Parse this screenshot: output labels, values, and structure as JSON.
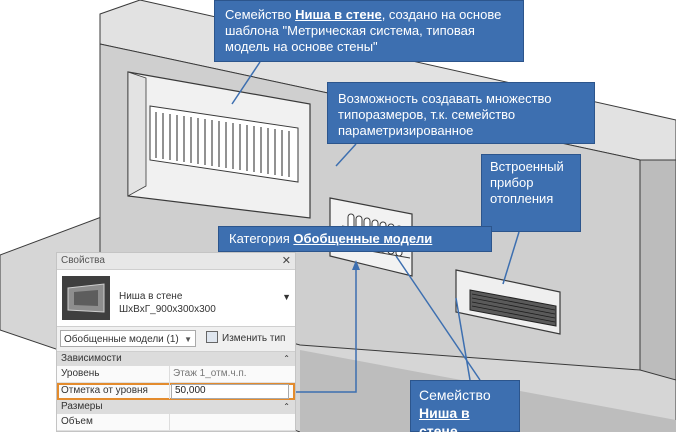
{
  "callouts": {
    "family": {
      "pre": "Семейство ",
      "bold": "Ниша в стене",
      "post": ", создано на основе шаблона \"Метрическая система, типовая модель на основе стены\""
    },
    "types": {
      "text": "Возможность создавать множество типоразмеров, т.к. семейство параметризированное"
    },
    "heater": {
      "text": "Встроенный прибор отопления"
    },
    "category": {
      "pre": "Категория ",
      "bold": "Обобщенные модели"
    },
    "niche": {
      "line1": "Семейство",
      "bold": "Ниша в стене"
    }
  },
  "properties_panel": {
    "title": "Свойства",
    "close_glyph": "✕",
    "type_name_line1": "Ниша в стене",
    "type_name_line2": "ШхВхГ_900х300х300",
    "category_value": "Обобщенные модели (1)",
    "edit_type_label": "Изменить тип",
    "section_constraints": "Зависимости",
    "level_label": "Уровень",
    "level_value": "Этаж 1_отм.ч.п.",
    "offset_label": "Отметка от уровня",
    "offset_value": "50,000",
    "section_dimensions": "Размеры",
    "volume_label": "Объем"
  },
  "colors": {
    "callout_fill": "#3d6fb0",
    "highlight": "#e38b2d",
    "wall_front": "#cfcfcf",
    "wall_top": "#e2e2e2"
  }
}
